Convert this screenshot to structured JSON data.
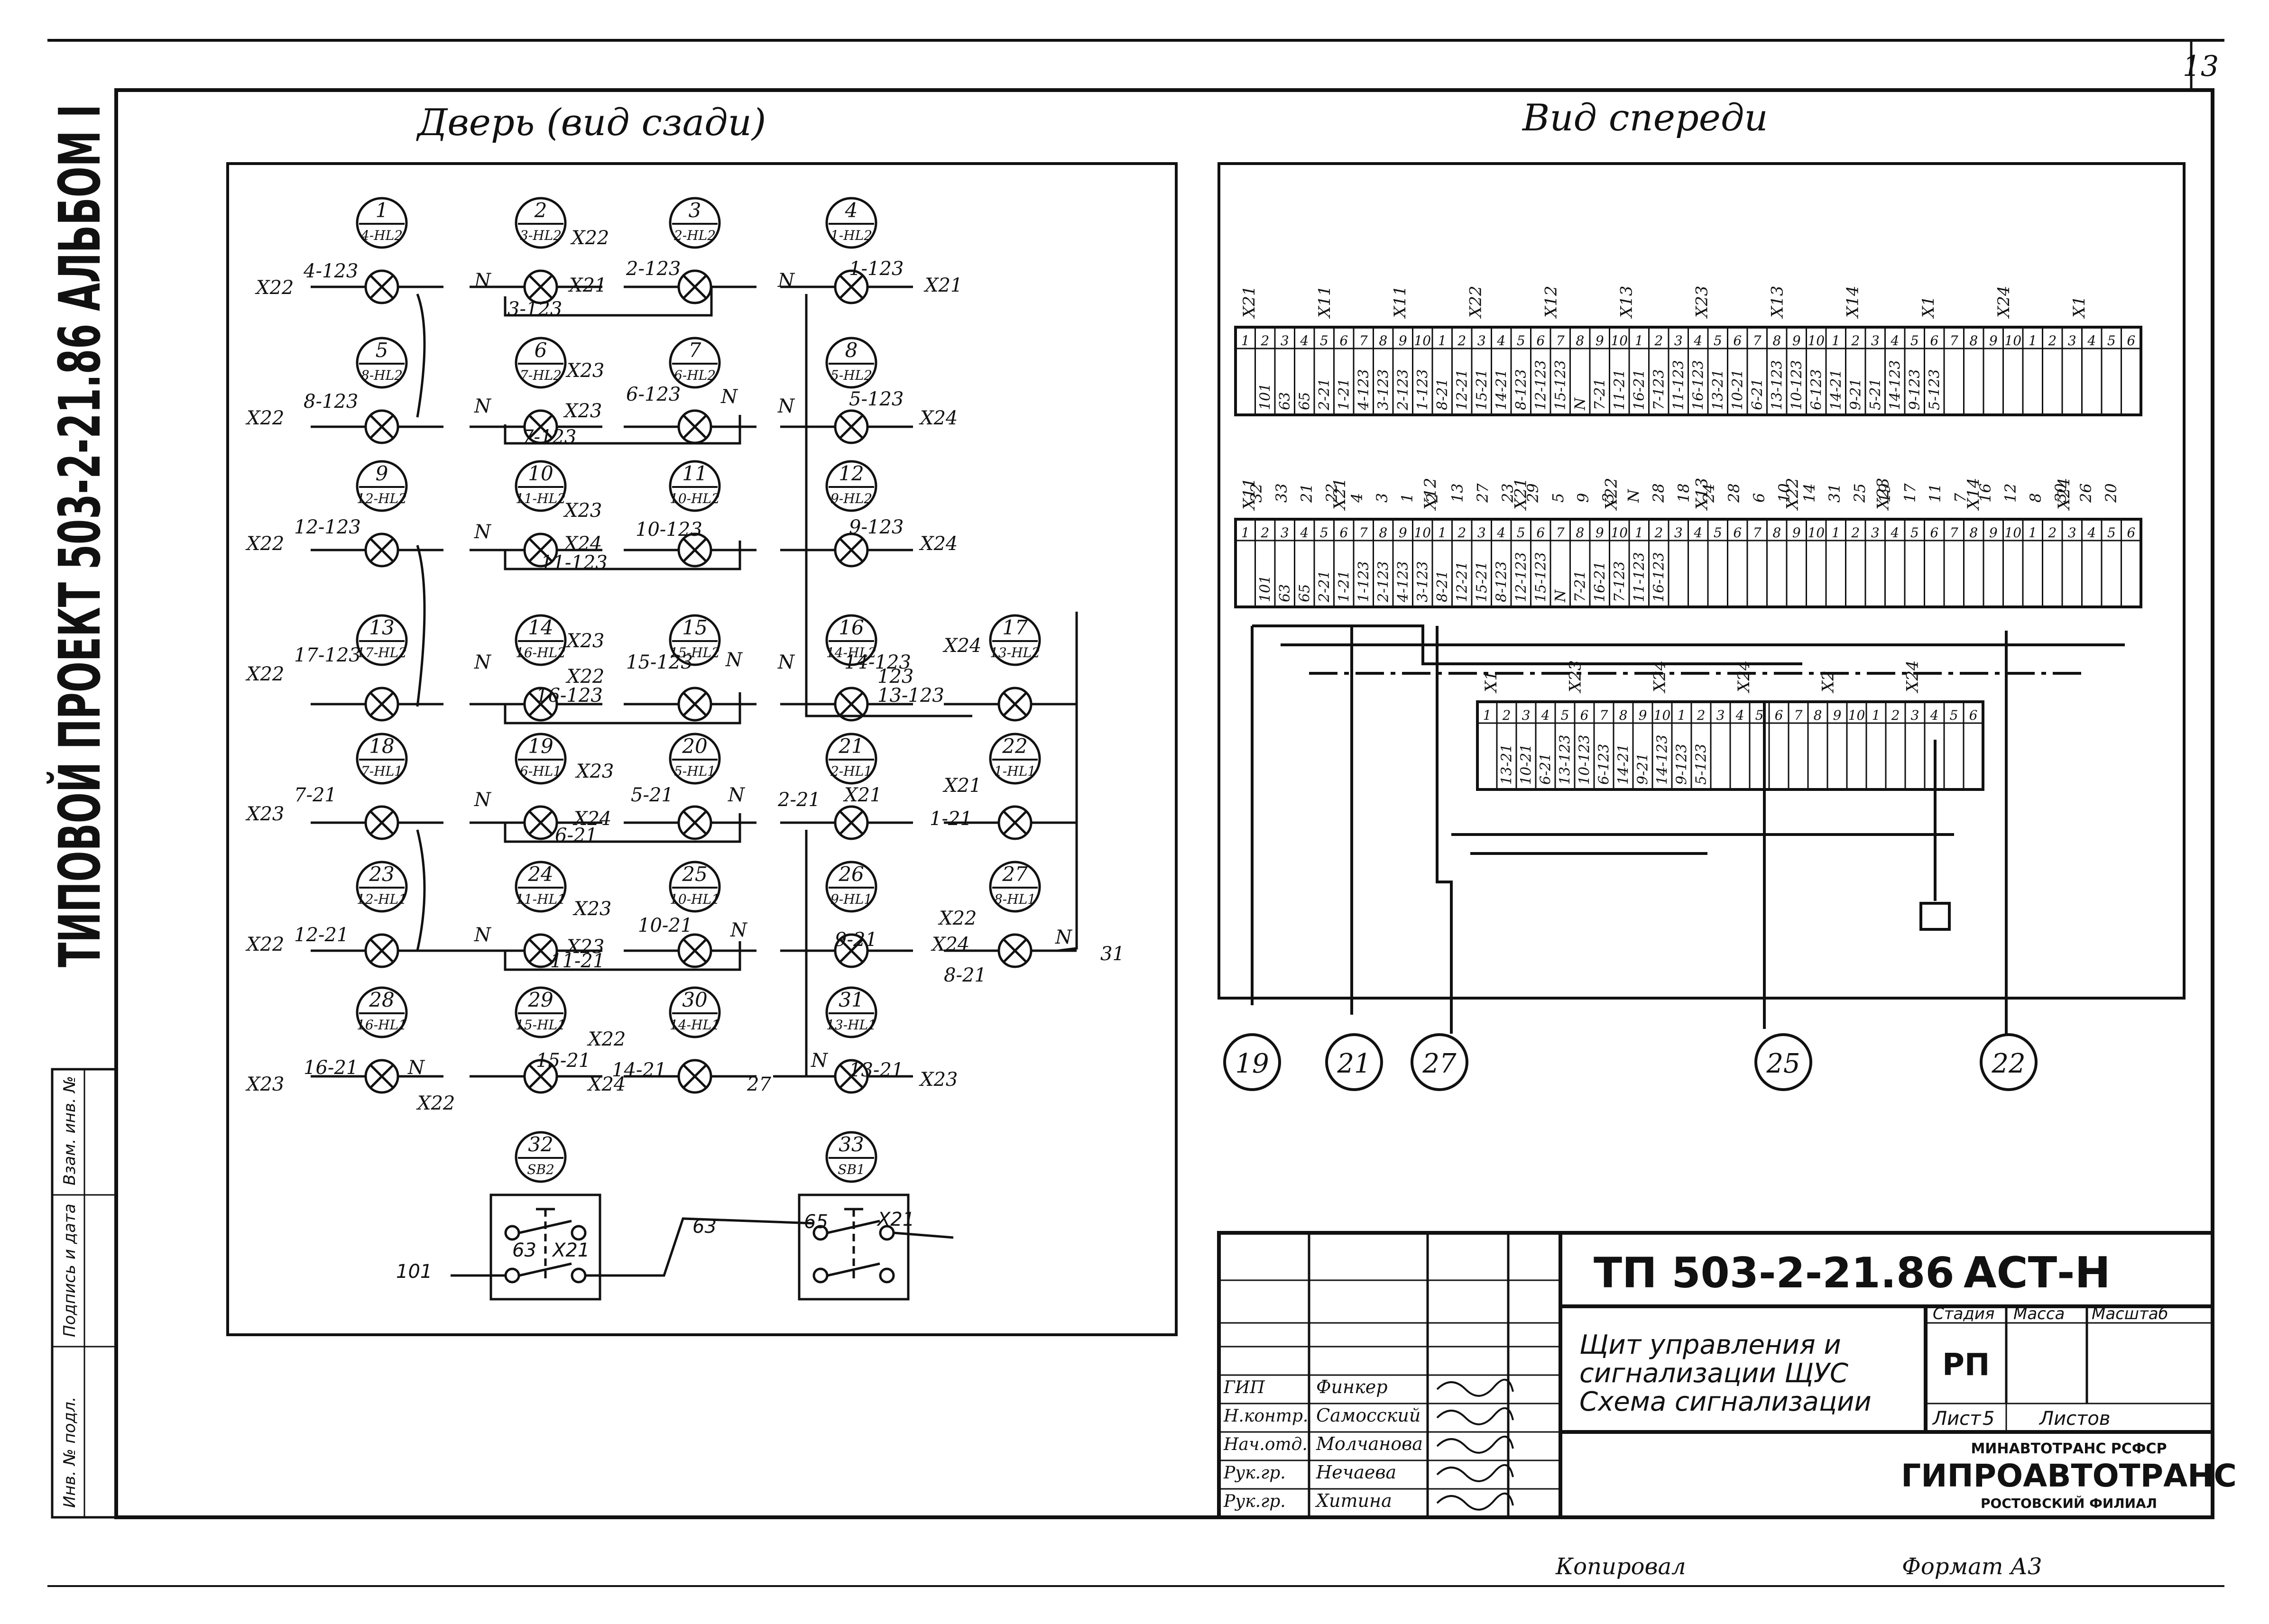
{
  "sheet": {
    "page_number": "13",
    "side_title": "ТИПОВОЙ ПРОЕКТ 503-2-21.86 АЛЬБОМ I",
    "copied_by": "Копировал",
    "format": "Формат А3",
    "side_stamp": [
      "Инв. № подл.",
      "Подпись и дата",
      "Взам. инв. №"
    ]
  },
  "door_view": {
    "title": "Дверь (вид сзади)",
    "lamps": [
      {
        "num": "1",
        "ref": "4-HL2"
      },
      {
        "num": "2",
        "ref": "3-HL2"
      },
      {
        "num": "3",
        "ref": "2-HL2"
      },
      {
        "num": "4",
        "ref": "1-HL2"
      },
      {
        "num": "5",
        "ref": "8-HL2"
      },
      {
        "num": "6",
        "ref": "7-HL2"
      },
      {
        "num": "7",
        "ref": "6-HL2"
      },
      {
        "num": "8",
        "ref": "5-HL2"
      },
      {
        "num": "9",
        "ref": "12-HL2"
      },
      {
        "num": "10",
        "ref": "11-HL2"
      },
      {
        "num": "11",
        "ref": "10-HL2"
      },
      {
        "num": "12",
        "ref": "9-HL2"
      },
      {
        "num": "13",
        "ref": "17-HL2"
      },
      {
        "num": "14",
        "ref": "16-HL2"
      },
      {
        "num": "15",
        "ref": "15-HL2"
      },
      {
        "num": "16",
        "ref": "14-HL2"
      },
      {
        "num": "17",
        "ref": "13-HL2"
      },
      {
        "num": "18",
        "ref": "7-HL1"
      },
      {
        "num": "19",
        "ref": "6-HL1"
      },
      {
        "num": "20",
        "ref": "5-HL1"
      },
      {
        "num": "21",
        "ref": "2-HL1"
      },
      {
        "num": "22",
        "ref": "1-HL1"
      },
      {
        "num": "23",
        "ref": "12-HL1"
      },
      {
        "num": "24",
        "ref": "11-HL1"
      },
      {
        "num": "25",
        "ref": "10-HL1"
      },
      {
        "num": "26",
        "ref": "9-HL1"
      },
      {
        "num": "27",
        "ref": "8-HL1"
      },
      {
        "num": "28",
        "ref": "16-HL1"
      },
      {
        "num": "29",
        "ref": "15-HL1"
      },
      {
        "num": "30",
        "ref": "14-HL1"
      },
      {
        "num": "31",
        "ref": "13-HL1"
      },
      {
        "num": "32",
        "ref": "SB2"
      },
      {
        "num": "33",
        "ref": "SB1"
      }
    ],
    "wires": [
      "X22",
      "4-123",
      "N",
      "X22",
      "X21",
      "2-123",
      "3-123",
      "N",
      "1-123",
      "X21",
      "X22",
      "8-123",
      "N",
      "X23",
      "X23",
      "7-123",
      "6-123",
      "N",
      "N",
      "5-123",
      "X24",
      "X22",
      "12-123",
      "N",
      "X23",
      "X24",
      "11-123",
      "10-123",
      "9-123",
      "X24",
      "X22",
      "17-123",
      "N",
      "X23",
      "X22",
      "16-123",
      "15-123",
      "N",
      "N",
      "14-123",
      "123",
      "13-123",
      "X24",
      "X23",
      "7-21",
      "N",
      "X23",
      "X24",
      "6-21",
      "5-21",
      "N",
      "2-21",
      "X21",
      "X21",
      "1-21",
      "X22",
      "12-21",
      "N",
      "X23",
      "X23",
      "11-21",
      "10-21",
      "N",
      "9-21",
      "X24",
      "X22",
      "8-21",
      "N",
      "31",
      "X23",
      "16-21",
      "N",
      "X22",
      "X22",
      "15-21",
      "X24",
      "14-21",
      "27",
      "N",
      "13-21",
      "X23",
      "X21",
      "101",
      "63",
      "X21",
      "63",
      "65",
      "X21"
    ]
  },
  "front_view": {
    "title": "Вид спереди",
    "top_block_groups": [
      "X21",
      "X11",
      "X11",
      "X22",
      "X12",
      "X13",
      "X23",
      "X13",
      "X14",
      "X1",
      "X24",
      "X1"
    ],
    "top_block_terminals": [
      "101",
      "63",
      "65",
      "2-21",
      "1-21",
      "4-123",
      "3-123",
      "2-123",
      "1-123",
      "8-21",
      "12-21",
      "15-21",
      "14-21",
      "8-123",
      "12-123",
      "15-123",
      "N",
      "7-21",
      "11-21",
      "16-21",
      "7-123",
      "11-123",
      "16-123",
      "13-21",
      "10-21",
      "6-21",
      "13-123",
      "10-123",
      "6-123",
      "14-21",
      "9-21",
      "5-21",
      "14-123",
      "9-123",
      "5-123"
    ],
    "top_block_outputs": [
      "32",
      "33",
      "21",
      "22",
      "4",
      "3",
      "1",
      "2",
      "13",
      "27",
      "23",
      "29",
      "5",
      "9",
      "3",
      "N",
      "28",
      "18",
      "24",
      "28",
      "6",
      "10",
      "14",
      "31",
      "25",
      "19",
      "17",
      "11",
      "7",
      "16",
      "12",
      "8",
      "30",
      "26",
      "20"
    ],
    "middle_block_groups": [
      "X11",
      "X21",
      "X12",
      "X21",
      "X22",
      "X13",
      "X22",
      "X23",
      "X14",
      "X24"
    ],
    "middle_block_terminals": [
      "101",
      "63",
      "65",
      "2-21",
      "1-21",
      "1-123",
      "2-123",
      "4-123",
      "3-123",
      "8-21",
      "12-21",
      "15-21",
      "8-123",
      "12-123",
      "15-123",
      "N",
      "7-21",
      "16-21",
      "7-123",
      "11-123",
      "16-123"
    ],
    "bottom_block_groups": [
      "X1",
      "X23",
      "X24",
      "X24",
      "X2",
      "X24"
    ],
    "bottom_block_terminals": [
      "13-21",
      "10-21",
      "6-21",
      "13-123",
      "10-123",
      "6-123",
      "14-21",
      "9-21",
      "14-123",
      "9-123",
      "5-123"
    ],
    "cable_markers": [
      "19",
      "21",
      "27",
      "25",
      "22"
    ]
  },
  "title_block": {
    "doc_code": "ТП 503-2-21.86",
    "mark": "АСТ-Н",
    "description": [
      "Щит управления и",
      "сигнализации ЩУС",
      "Схема сигнализации"
    ],
    "stage_label": "Стадия",
    "mass_label": "Масса",
    "scale_label": "Масштаб",
    "stage": "РП",
    "sheet_label": "Лист",
    "sheet": "5",
    "sheets_label": "Листов",
    "org_line1": "МИНАВТОТРАНС РСФСР",
    "org_name": "ГИПРОАВТОТРАНС",
    "org_line2": "РОСТОВСКИЙ ФИЛИАЛ",
    "roles": [
      {
        "role": "ГИП",
        "name": "Финкер"
      },
      {
        "role": "Н.контр.",
        "name": "Самосский"
      },
      {
        "role": "Нач.отд.",
        "name": "Молчанова"
      },
      {
        "role": "Рук.гр.",
        "name": "Нечаева"
      },
      {
        "role": "Рук.гр.",
        "name": "Хитина"
      }
    ]
  }
}
